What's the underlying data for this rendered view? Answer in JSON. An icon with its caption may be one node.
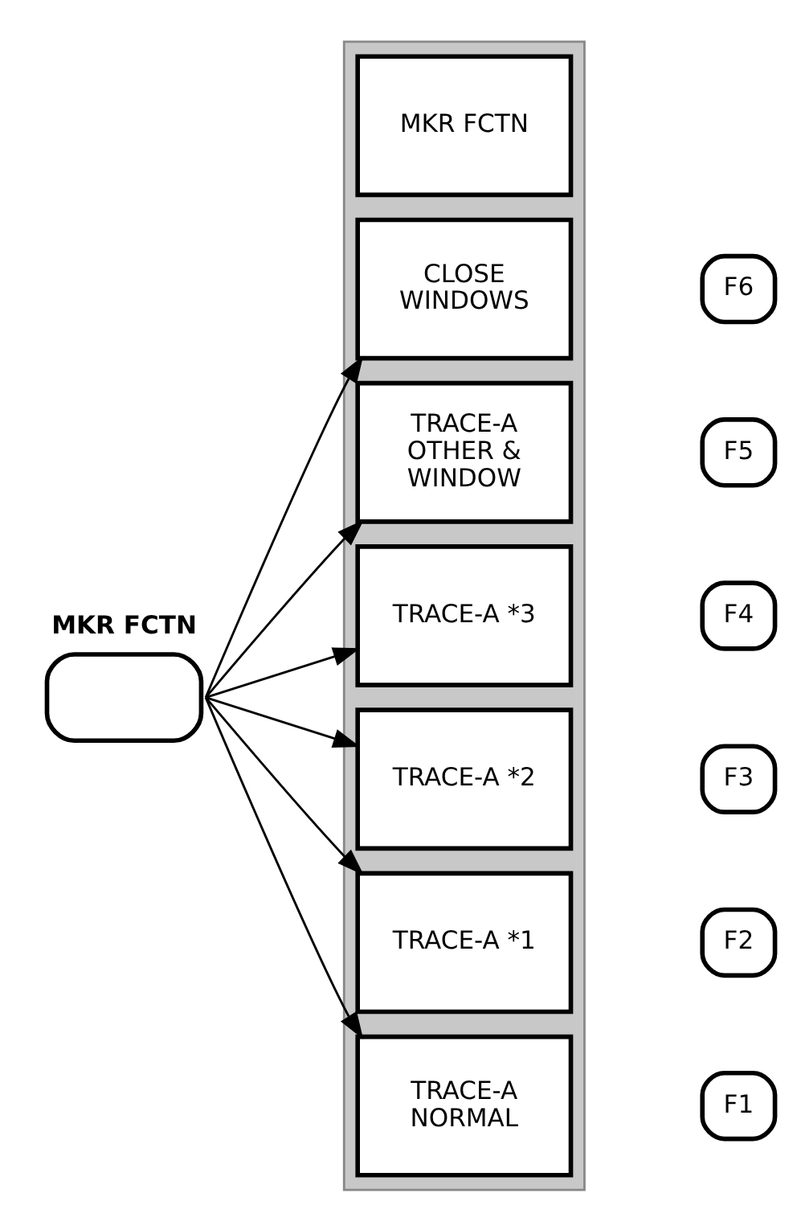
{
  "diagram": {
    "nodes": [
      {
        "text": [
          "MKR FCTN"
        ]
      },
      {
        "text": [],
        "shape": "box"
      },
      {
        "text": [
          "MKR FCTN"
        ],
        "in": 1
      },
      {
        "text": [
          "TRACE-A NORMAL"
        ],
        "in": 1
      },
      {
        "text": [
          "TRACE-A *1"
        ],
        "in": 1
      },
      {
        "text": [
          "TRACE-A *2"
        ],
        "in": 1
      },
      {
        "text": [
          "TRACE-A *3"
        ],
        "in": 1
      },
      {
        "text": [
          "TRACE-A OTHER & WINDOW"
        ],
        "in": 1
      },
      {
        "text": [
          "CLOSE WINDOWS"
        ],
        "in": 1
      },
      {
        "text": [
          "F1"
        ]
      },
      {
        "text": [
          "F2"
        ]
      },
      {
        "text": [
          "F3"
        ]
      },
      {
        "text": [
          "F4"
        ]
      },
      {
        "text": [
          "F5"
        ]
      },
      {
        "text": [
          "F6"
        ]
      }
    ],
    "edges": [
      {
        "from": 0,
        "to": 3,
        "arrow": "to"
      },
      {
        "from": 0,
        "to": 4,
        "arrow": "to"
      },
      {
        "from": 0,
        "to": 5,
        "arrow": "to"
      },
      {
        "from": 0,
        "to": 6,
        "arrow": "to"
      },
      {
        "from": 0,
        "to": 7,
        "arrow": "to"
      },
      {
        "from": 0,
        "to": 8,
        "arrow": "to"
      }
    ]
  }
}
